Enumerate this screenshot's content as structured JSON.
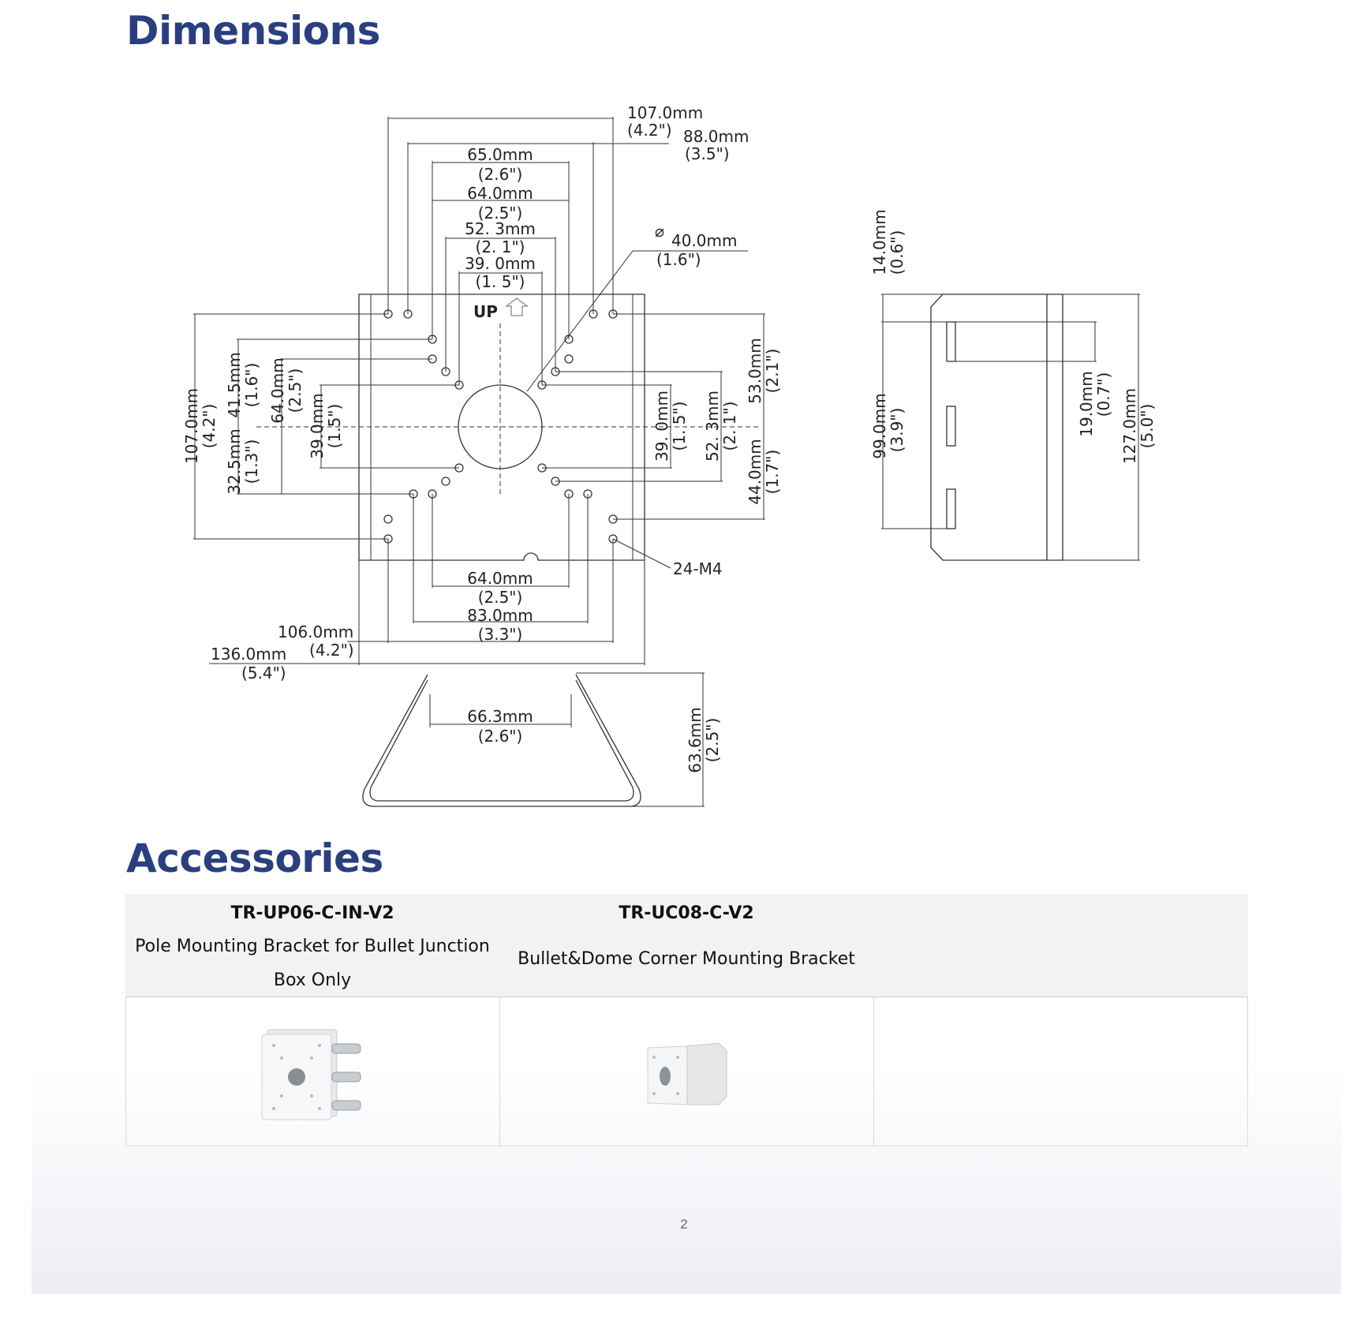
{
  "headings": {
    "dimensions": "Dimensions",
    "accessories": "Accessories"
  },
  "dimensions": {
    "top": [
      [
        "107.0mm",
        "(4.2\")"
      ],
      [
        "88.0mm",
        "(3.5\")"
      ],
      [
        "65.0mm",
        "(2.6\")"
      ],
      [
        "64.0mm",
        "(2.5\")"
      ],
      [
        "52. 3mm",
        "(2. 1\")"
      ],
      [
        "39. 0mm",
        "(1. 5\")"
      ]
    ],
    "hole_diameter": [
      "40.0mm",
      "(1.6\")"
    ],
    "up_label": "UP",
    "left": [
      [
        "107.0mm",
        "(4.2\")"
      ],
      [
        "41.5mm",
        "(1.6\")"
      ],
      [
        "32.5mm",
        "(1.3\")"
      ],
      [
        "64.0mm",
        "(2.5\")"
      ],
      [
        "39.0mm",
        "(1.5\")"
      ]
    ],
    "right": [
      [
        "39. 0mm",
        "(1. 5\")"
      ],
      [
        "52. 3mm",
        "(2. 1\")"
      ],
      [
        "53.0mm",
        "(2.1\")"
      ],
      [
        "44.0mm",
        "(1.7\")"
      ]
    ],
    "screw_label": "24-M4",
    "bottom": [
      [
        "64.0mm",
        "(2.5\")"
      ],
      [
        "83.0mm",
        "(3.3\")"
      ],
      [
        "106.0mm",
        "(4.2\")"
      ],
      [
        "136.0mm",
        "(5.4\")"
      ]
    ],
    "clamp": [
      [
        "66.3mm",
        "(2.6\")"
      ],
      [
        "63.6mm",
        "(2.5\")"
      ]
    ],
    "side": [
      [
        "14.0mm",
        "(0.6\")"
      ],
      [
        "99.0mm",
        "(3.9\")"
      ],
      [
        "19.0mm",
        "(0.7\")"
      ],
      [
        "127.0mm",
        "(5.0\")"
      ]
    ]
  },
  "accessories": [
    {
      "model": "TR-UP06-C-IN-V2",
      "description": "Pole Mounting Bracket for Bullet Junction Box Only",
      "image_icon": "pole-bracket-image"
    },
    {
      "model": "TR-UC08-C-V2",
      "description": "Bullet&Dome Corner Mounting Bracket",
      "image_icon": "corner-bracket-image"
    },
    {
      "model": "",
      "description": "",
      "image_icon": ""
    }
  ],
  "page_number": "2"
}
